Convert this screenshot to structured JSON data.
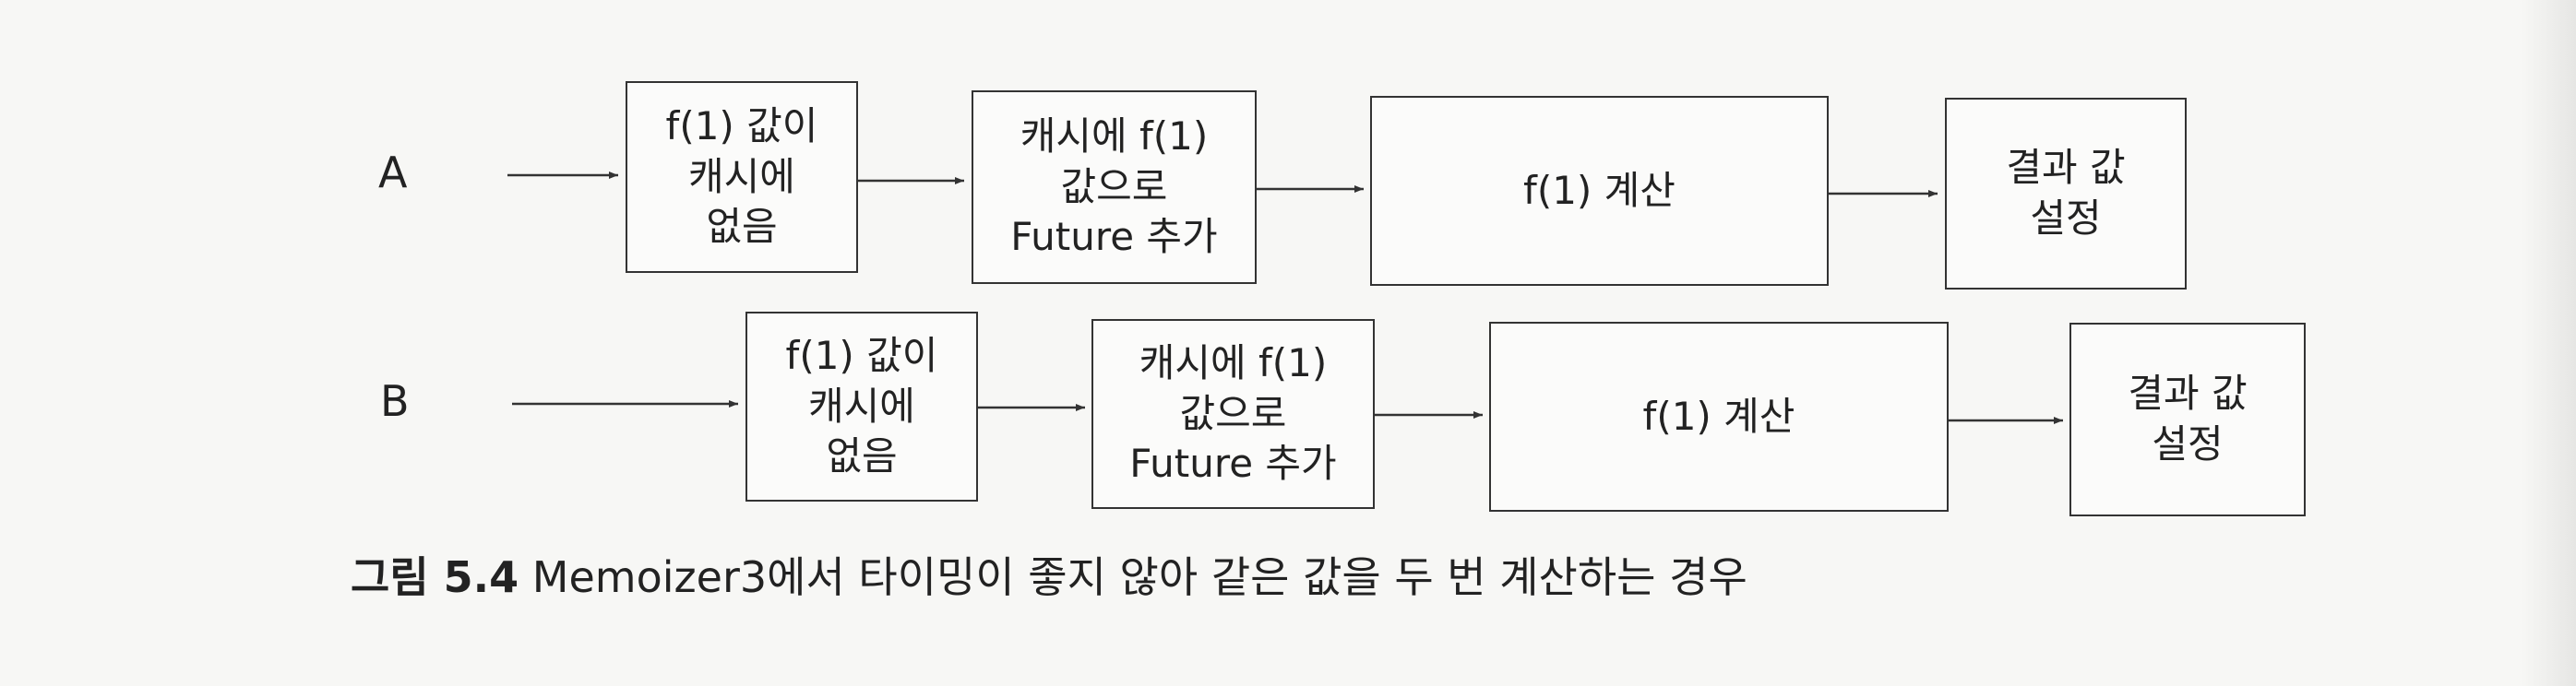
{
  "rows": [
    {
      "label": "A",
      "boxes": [
        {
          "lines": [
            "f(1) 값이",
            "캐시에",
            "없음"
          ]
        },
        {
          "lines": [
            "캐시에 f(1)",
            "값으로",
            "Future 추가"
          ]
        },
        {
          "lines": [
            "f(1) 계산"
          ]
        },
        {
          "lines": [
            "결과 값",
            "설정"
          ]
        }
      ]
    },
    {
      "label": "B",
      "boxes": [
        {
          "lines": [
            "f(1) 값이",
            "캐시에",
            "없음"
          ]
        },
        {
          "lines": [
            "캐시에 f(1)",
            "값으로",
            "Future 추가"
          ]
        },
        {
          "lines": [
            "f(1) 계산"
          ]
        },
        {
          "lines": [
            "결과 값",
            "설정"
          ]
        }
      ]
    }
  ],
  "caption": {
    "figure_number": "그림 5.4",
    "text": "Memoizer3에서 타이밍이 좋지 않아 같은 값을 두 번 계산하는 경우"
  }
}
